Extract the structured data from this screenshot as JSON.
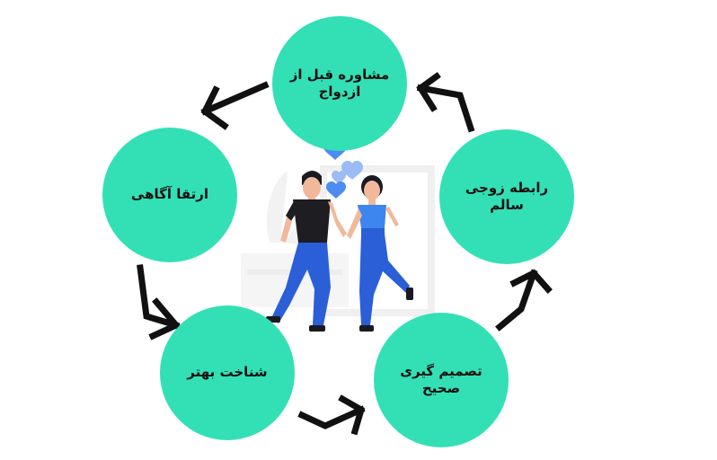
{
  "colors": {
    "circle": "#33e0b6",
    "arrow": "#111111",
    "heart": "#4d8cf0",
    "heart_light": "#9bbcf5",
    "shirt_woman": "#3d86ef",
    "pants": "#2a5fd8",
    "shirt_man": "#1d1d22",
    "skin": "#f2b89a",
    "hair": "#1a1a22"
  },
  "nodes": {
    "top": {
      "label": "مشاوره قبل از ازدواج"
    },
    "right": {
      "label": "رابطه زوجی سالم"
    },
    "left": {
      "label": "ارتقا آگاهی"
    },
    "bottom_left": {
      "label": "شناخت بهتر"
    },
    "bottom_right": {
      "label": "تصمیم گیری صحیح"
    }
  },
  "illustration": {
    "subject": "couple-holding-hands",
    "icons": [
      "heart-icon",
      "heart-icon",
      "heart-icon",
      "heart-icon"
    ]
  }
}
